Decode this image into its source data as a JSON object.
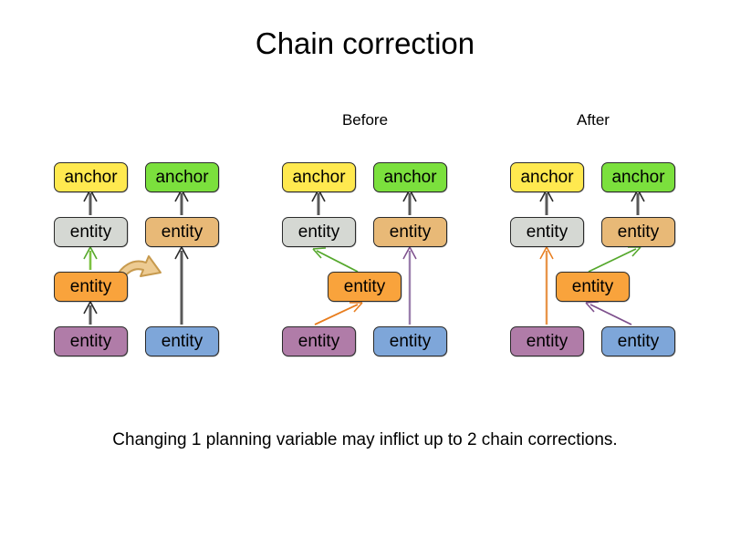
{
  "title": "Chain correction",
  "footer": "Changing 1 planning variable may inflict up to 2 chain corrections.",
  "captions": {
    "before": "Before",
    "after": "After"
  },
  "labels": {
    "anchor": "anchor",
    "entity": "entity"
  },
  "colors": {
    "anchor_yellow": "#FFE94F",
    "anchor_green": "#7BE03D",
    "entity_gray": "#D5D8D3",
    "entity_tan": "#E8B977",
    "entity_orange": "#F9A33C",
    "entity_purple": "#B07CA8",
    "entity_blue": "#7EA6D9",
    "border": "#2B2B2B",
    "arrow_gray": "#595959",
    "arrow_green": "#55A82C",
    "arrow_orange": "#E87D1E",
    "arrow_mauve": "#9B7FAD",
    "arrow_lightorange": "#E8954A",
    "arrow_purple": "#7D4F8C",
    "curved_arrow_fill": "#EDCB92",
    "curved_arrow_stroke": "#C79A4E",
    "background": "#FFFFFF"
  },
  "panels": [
    {
      "id": "current",
      "caption": "",
      "nodes": [
        {
          "id": "c-anchor-left",
          "label": "anchor",
          "color": "#FFE94F"
        },
        {
          "id": "c-anchor-right",
          "label": "anchor",
          "color": "#7BE03D"
        },
        {
          "id": "c-entity-gray",
          "label": "entity",
          "color": "#D5D8D3"
        },
        {
          "id": "c-entity-tan",
          "label": "entity",
          "color": "#E8B977"
        },
        {
          "id": "c-entity-orange",
          "label": "entity",
          "color": "#F9A33C"
        },
        {
          "id": "c-entity-purple",
          "label": "entity",
          "color": "#B07CA8"
        },
        {
          "id": "c-entity-blue",
          "label": "entity",
          "color": "#7EA6D9"
        }
      ],
      "edges": [
        {
          "from": "c-entity-gray",
          "to": "c-anchor-left",
          "color": "#595959"
        },
        {
          "from": "c-entity-tan",
          "to": "c-anchor-right",
          "color": "#595959"
        },
        {
          "from": "c-entity-orange",
          "to": "c-entity-gray",
          "color": "#55A82C"
        },
        {
          "from": "c-entity-purple",
          "to": "c-entity-orange",
          "color": "#595959"
        },
        {
          "from": "c-entity-blue",
          "to": "c-entity-tan",
          "color": "#595959"
        }
      ],
      "annotation": "curved-move-arrow"
    },
    {
      "id": "before",
      "caption": "Before",
      "nodes": [
        {
          "id": "b-anchor-left",
          "label": "anchor",
          "color": "#FFE94F"
        },
        {
          "id": "b-anchor-right",
          "label": "anchor",
          "color": "#7BE03D"
        },
        {
          "id": "b-entity-gray",
          "label": "entity",
          "color": "#D5D8D3"
        },
        {
          "id": "b-entity-tan",
          "label": "entity",
          "color": "#E8B977"
        },
        {
          "id": "b-entity-orange",
          "label": "entity",
          "color": "#F9A33C"
        },
        {
          "id": "b-entity-purple",
          "label": "entity",
          "color": "#B07CA8"
        },
        {
          "id": "b-entity-blue",
          "label": "entity",
          "color": "#7EA6D9"
        }
      ],
      "edges": [
        {
          "from": "b-entity-gray",
          "to": "b-anchor-left",
          "color": "#595959"
        },
        {
          "from": "b-entity-tan",
          "to": "b-anchor-right",
          "color": "#595959"
        },
        {
          "from": "b-entity-orange",
          "to": "b-entity-gray",
          "color": "#55A82C"
        },
        {
          "from": "b-entity-purple",
          "to": "b-entity-orange",
          "color": "#E87D1E"
        },
        {
          "from": "b-entity-blue",
          "to": "b-entity-tan",
          "color": "#9B7FAD"
        }
      ]
    },
    {
      "id": "after",
      "caption": "After",
      "nodes": [
        {
          "id": "a-anchor-left",
          "label": "anchor",
          "color": "#FFE94F"
        },
        {
          "id": "a-anchor-right",
          "label": "anchor",
          "color": "#7BE03D"
        },
        {
          "id": "a-entity-gray",
          "label": "entity",
          "color": "#D5D8D3"
        },
        {
          "id": "a-entity-tan",
          "label": "entity",
          "color": "#E8B977"
        },
        {
          "id": "a-entity-orange",
          "label": "entity",
          "color": "#F9A33C"
        },
        {
          "id": "a-entity-purple",
          "label": "entity",
          "color": "#B07CA8"
        },
        {
          "id": "a-entity-blue",
          "label": "entity",
          "color": "#7EA6D9"
        }
      ],
      "edges": [
        {
          "from": "a-entity-gray",
          "to": "a-anchor-left",
          "color": "#595959"
        },
        {
          "from": "a-entity-tan",
          "to": "a-anchor-right",
          "color": "#595959"
        },
        {
          "from": "a-entity-purple",
          "to": "a-entity-gray",
          "color": "#E8954A"
        },
        {
          "from": "a-entity-orange",
          "to": "a-entity-tan",
          "color": "#55A82C"
        },
        {
          "from": "a-entity-blue",
          "to": "a-entity-orange",
          "color": "#7D4F8C"
        }
      ]
    }
  ]
}
